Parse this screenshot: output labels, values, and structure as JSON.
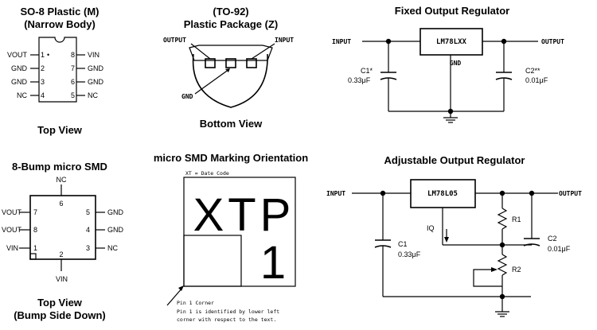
{
  "so8": {
    "title1": "SO-8 Plastic (M)",
    "title2": "(Narrow Body)",
    "caption": "Top View",
    "pins_left": [
      {
        "name": "VOUT",
        "sub": "",
        "num": "1",
        "dot": "•"
      },
      {
        "name": "GND",
        "sub": "",
        "num": "2"
      },
      {
        "name": "GND",
        "sub": "",
        "num": "3"
      },
      {
        "name": "NC",
        "sub": "",
        "num": "4"
      }
    ],
    "pins_right": [
      {
        "num": "8",
        "name": "VIN"
      },
      {
        "num": "7",
        "name": "GND"
      },
      {
        "num": "6",
        "name": "GND"
      },
      {
        "num": "5",
        "name": "NC"
      }
    ]
  },
  "to92": {
    "title1": "(TO-92)",
    "title2": "Plastic Package (Z)",
    "output": "OUTPUT",
    "input": "INPUT",
    "gnd": "GND",
    "caption": "Bottom View"
  },
  "fixed": {
    "title": "Fixed Output Regulator",
    "input": "INPUT",
    "output": "OUTPUT",
    "ic": "LM78LXX",
    "gnd": "GND",
    "c1_name": "C1*",
    "c1_val": "0.33μF",
    "c2_name": "C2**",
    "c2_val": "0.01μF"
  },
  "smd": {
    "title": "8-Bump micro SMD",
    "caption1": "Top View",
    "caption2": "(Bump Side Down)",
    "top_label": "NC",
    "top_num": "6",
    "bottom_num": "2",
    "bottom_label": "VIN",
    "left": [
      {
        "label": "VOUT",
        "num": "7"
      },
      {
        "label": "VOUT",
        "num": "8"
      },
      {
        "label": "VIN",
        "num": "1"
      }
    ],
    "right": [
      {
        "num": "5",
        "label": "GND"
      },
      {
        "num": "4",
        "label": "GND"
      },
      {
        "num": "3",
        "label": "NC"
      }
    ]
  },
  "marking": {
    "title": "micro SMD Marking Orientation",
    "date_note": "XT = Date Code",
    "big_x": "X",
    "big_t": "T",
    "big_p": "P",
    "big_1": "1",
    "pin_note1": "Pin 1 Corner",
    "pin_note2": "Pin 1 is identified by lower left",
    "pin_note3": "corner with respect to the text."
  },
  "adj": {
    "title": "Adjustable Output Regulator",
    "input": "INPUT",
    "output": "OUTPUT",
    "ic": "LM78L05",
    "iq": "IQ",
    "r1": "R1",
    "r2": "R2",
    "c1_name": "C1",
    "c1_val": "0.33μF",
    "c2_name": "C2",
    "c2_val": "0.01μF"
  }
}
